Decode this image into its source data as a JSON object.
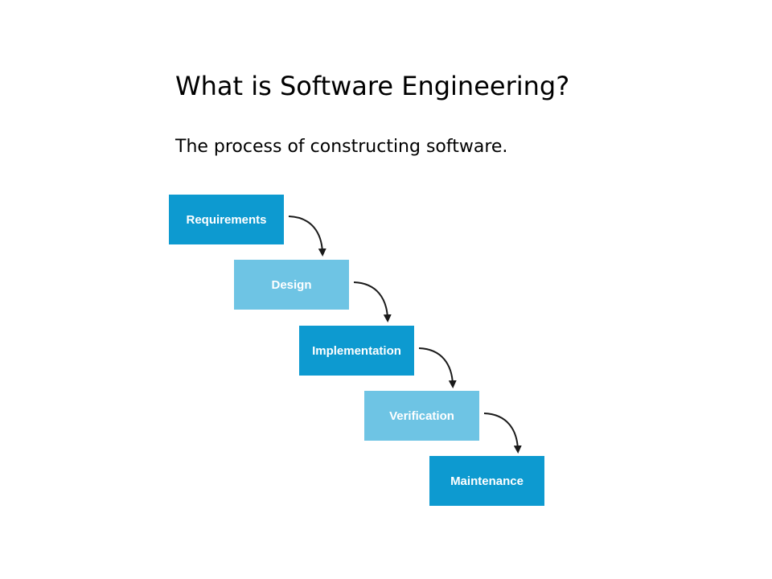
{
  "slide": {
    "title": "What is Software Engineering?",
    "subtitle": "The process of constructing software."
  },
  "diagram": {
    "stages": [
      {
        "label": "Requirements",
        "color": "#0d9ad0"
      },
      {
        "label": "Design",
        "color": "#6ec4e4"
      },
      {
        "label": "Implementation",
        "color": "#0d9ad0"
      },
      {
        "label": "Verification",
        "color": "#6ec4e4"
      },
      {
        "label": "Maintenance",
        "color": "#0d9ad0"
      }
    ],
    "arrow_color": "#1a1a1a"
  }
}
